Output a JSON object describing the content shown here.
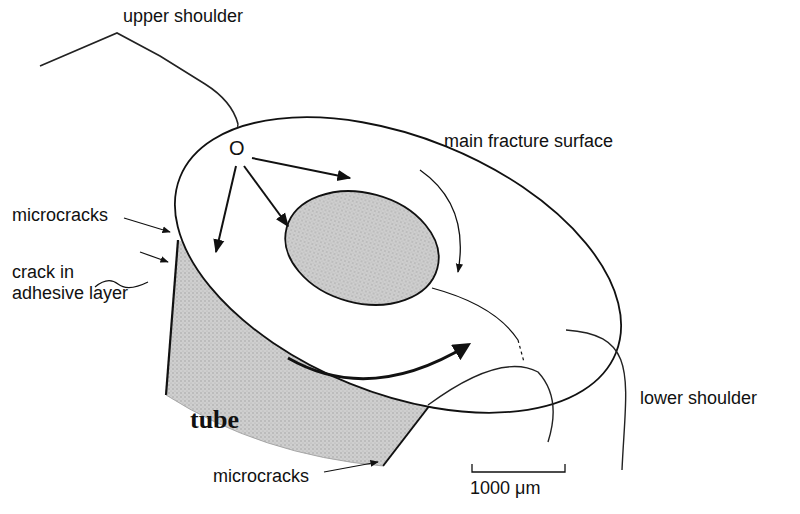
{
  "diagram": {
    "labels": [
      "upper shoulder",
      "O",
      "main fracture surface",
      "microcracks",
      "crack in adhesive layer",
      "tube",
      "microcracks",
      "lower shoulder",
      "1000 μm"
    ]
  }
}
